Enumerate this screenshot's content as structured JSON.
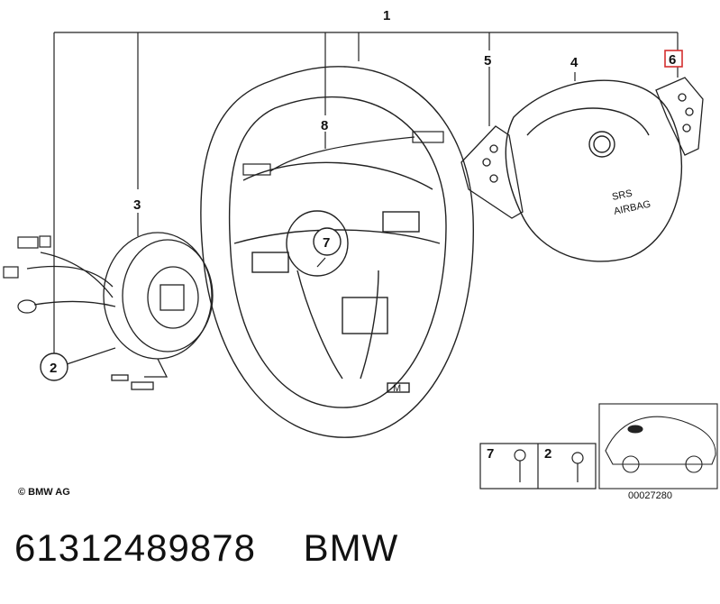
{
  "callouts": {
    "c1": "1",
    "c2": "2",
    "c3": "3",
    "c4": "4",
    "c5": "5",
    "c6": "6",
    "c7": "7",
    "c8": "8"
  },
  "highlight_color": "#d32f2f",
  "airbag_text": {
    "line1": "SRS",
    "line2": "AIRBAG"
  },
  "badge_text": "M",
  "screw_box": {
    "left_label": "7",
    "right_label": "2"
  },
  "copyright": "© BMW AG",
  "diagram_ref": "00027280",
  "footer": {
    "part_number": "61312489878",
    "brand": "BMW"
  }
}
